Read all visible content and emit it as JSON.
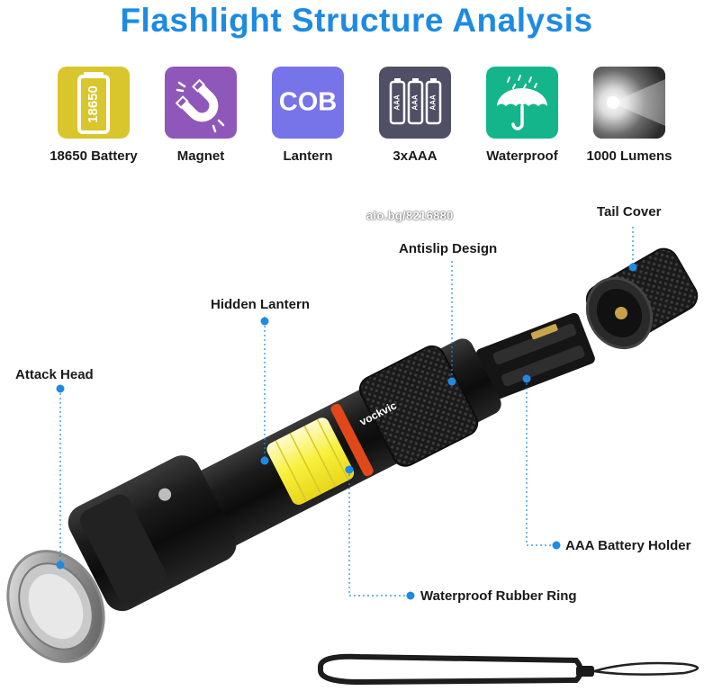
{
  "title": "Flashlight Structure Analysis",
  "features": [
    {
      "label": "18650 Battery",
      "icon": "battery-18650-icon",
      "tile_text": "18650",
      "color": "#d9c52c"
    },
    {
      "label": "Magnet",
      "icon": "magnet-icon",
      "color": "#8e57b9"
    },
    {
      "label": "Lantern",
      "icon": "cob-icon",
      "tile_text": "COB",
      "color": "#7674e8"
    },
    {
      "label": "3xAAA",
      "icon": "aaa-batteries-icon",
      "tile_text": "AAA",
      "color": "#4f5066"
    },
    {
      "label": "Waterproof",
      "icon": "umbrella-rain-icon",
      "color": "#14b58a"
    },
    {
      "label": "1000 Lumens",
      "icon": "light-beam-icon",
      "color": "#2b2b2b"
    }
  ],
  "callouts": {
    "tail_cover": "Tail Cover",
    "antislip_design": "Antislip Design",
    "hidden_lantern": "Hidden Lantern",
    "attack_head": "Attack Head",
    "aaa_battery_holder": "AAA Battery Holder",
    "waterproof_rubber_ring": "Waterproof Rubber Ring"
  },
  "watermark": "alo.bg/8216880",
  "brand": "vockvic",
  "accent_color": "#1e8be3"
}
